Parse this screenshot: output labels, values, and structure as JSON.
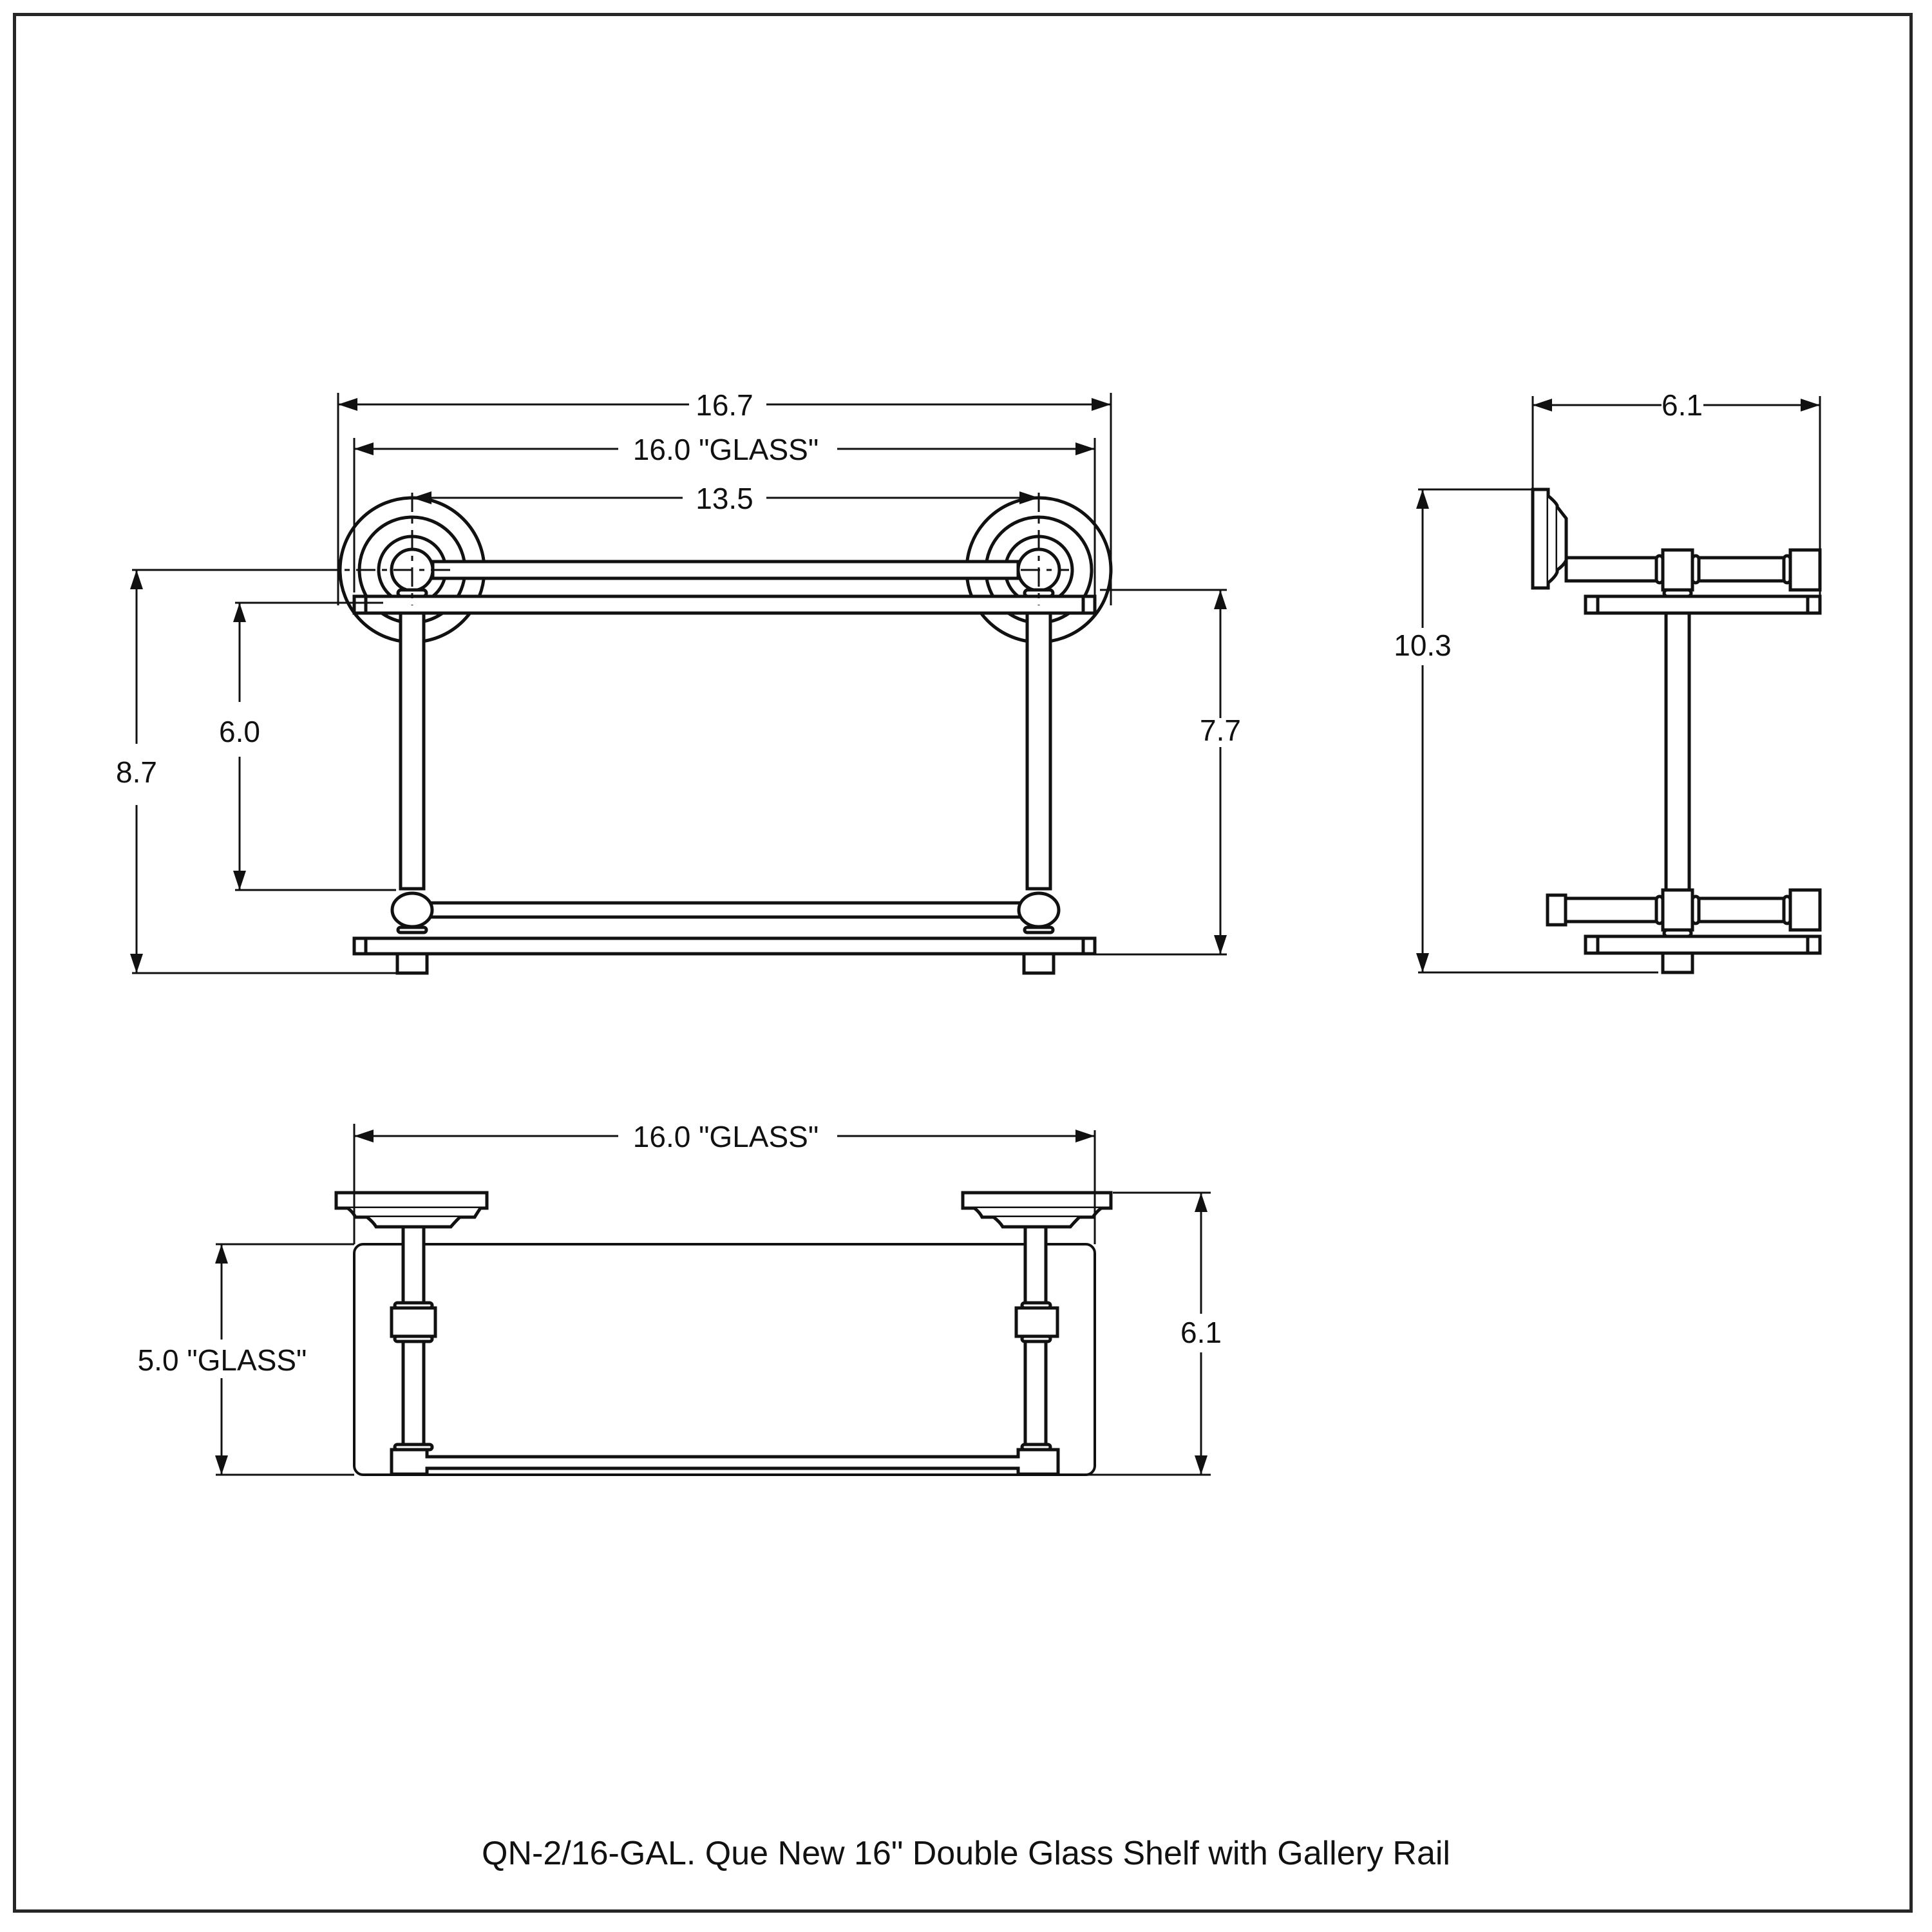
{
  "title": "QN-2/16-GAL. Que New 16\" Double Glass Shelf with Gallery Rail",
  "views": {
    "front": {
      "dimensions": {
        "overall_width": "16.7",
        "glass_width": "16.0 \"GLASS\"",
        "bracket_centers": "13.5",
        "overall_height": "8.7",
        "shelf_spacing": "6.0",
        "glass_to_glass": "7.7"
      }
    },
    "side": {
      "dimensions": {
        "projection": "6.1",
        "overall_height": "10.3"
      }
    },
    "top": {
      "dimensions": {
        "glass_width": "16.0 \"GLASS\"",
        "glass_depth": "5.0 \"GLASS\"",
        "projection": "6.1"
      }
    }
  },
  "colors": {
    "line": "#111111",
    "frame": "#262626",
    "background": "#ffffff"
  }
}
